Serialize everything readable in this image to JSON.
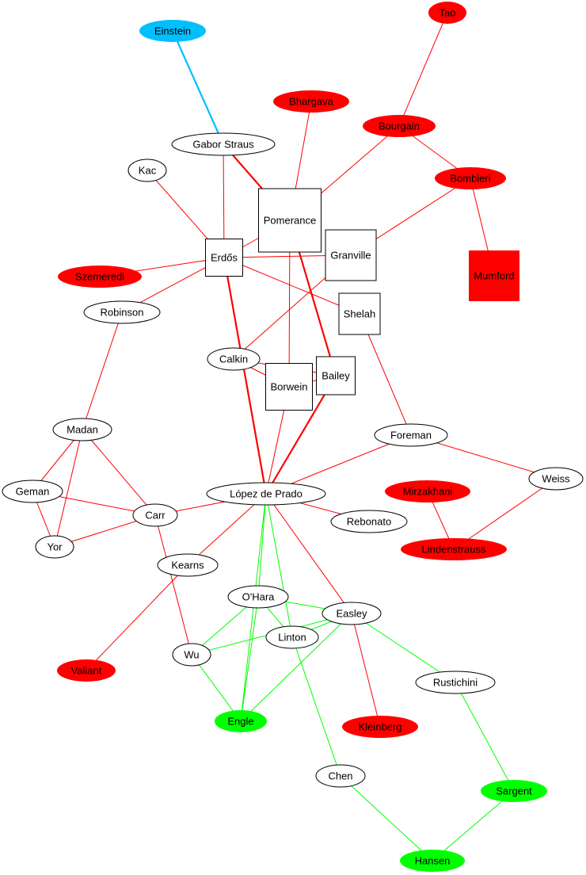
{
  "graph": {
    "colors": {
      "red": "#ff0000",
      "green": "#00ff00",
      "blue": "#00bfff",
      "white": "#ffffff",
      "stroke": "#000000"
    },
    "nodes": [
      {
        "id": "einstein",
        "label": "Einstein",
        "shape": "ellipse",
        "fill": "blue"
      },
      {
        "id": "tao",
        "label": "Tao",
        "shape": "ellipse",
        "fill": "red"
      },
      {
        "id": "bhargava",
        "label": "Bhargava",
        "shape": "ellipse",
        "fill": "red"
      },
      {
        "id": "bourgain",
        "label": "Bourgain",
        "shape": "ellipse",
        "fill": "red"
      },
      {
        "id": "gabor-straus",
        "label": "Gabor Straus",
        "shape": "ellipse",
        "fill": "white"
      },
      {
        "id": "kac",
        "label": "Kac",
        "shape": "ellipse",
        "fill": "white"
      },
      {
        "id": "bombieri",
        "label": "Bombieri",
        "shape": "ellipse",
        "fill": "red"
      },
      {
        "id": "pomerance",
        "label": "Pomerance",
        "shape": "box",
        "fill": "white"
      },
      {
        "id": "erdos",
        "label": "Erdős",
        "shape": "box",
        "fill": "white"
      },
      {
        "id": "granville",
        "label": "Granville",
        "shape": "box",
        "fill": "white"
      },
      {
        "id": "mumford",
        "label": "Mumford",
        "shape": "box",
        "fill": "red"
      },
      {
        "id": "szemeredi",
        "label": "Szemeredi",
        "shape": "ellipse",
        "fill": "red"
      },
      {
        "id": "robinson",
        "label": "Robinson",
        "shape": "ellipse",
        "fill": "white"
      },
      {
        "id": "shelah",
        "label": "Shelah",
        "shape": "box",
        "fill": "white"
      },
      {
        "id": "calkin",
        "label": "Calkin",
        "shape": "ellipse",
        "fill": "white"
      },
      {
        "id": "bailey",
        "label": "Bailey",
        "shape": "box",
        "fill": "white"
      },
      {
        "id": "borwein",
        "label": "Borwein",
        "shape": "box",
        "fill": "white"
      },
      {
        "id": "madan",
        "label": "Madan",
        "shape": "ellipse",
        "fill": "white"
      },
      {
        "id": "foreman",
        "label": "Foreman",
        "shape": "ellipse",
        "fill": "white"
      },
      {
        "id": "geman",
        "label": "Geman",
        "shape": "ellipse",
        "fill": "white"
      },
      {
        "id": "mirzakhani",
        "label": "Mirzakhani",
        "shape": "ellipse",
        "fill": "red"
      },
      {
        "id": "weiss",
        "label": "Weiss",
        "shape": "ellipse",
        "fill": "white"
      },
      {
        "id": "lopez-de-prado",
        "label": "López de Prado",
        "shape": "ellipse",
        "fill": "white"
      },
      {
        "id": "carr",
        "label": "Carr",
        "shape": "ellipse",
        "fill": "white"
      },
      {
        "id": "rebonato",
        "label": "Rebonato",
        "shape": "ellipse",
        "fill": "white"
      },
      {
        "id": "yor",
        "label": "Yor",
        "shape": "ellipse",
        "fill": "white"
      },
      {
        "id": "lindenstrauss",
        "label": "Lindenstrauss",
        "shape": "ellipse",
        "fill": "red"
      },
      {
        "id": "kearns",
        "label": "Kearns",
        "shape": "ellipse",
        "fill": "white"
      },
      {
        "id": "ohara",
        "label": "O'Hara",
        "shape": "ellipse",
        "fill": "white"
      },
      {
        "id": "easley",
        "label": "Easley",
        "shape": "ellipse",
        "fill": "white"
      },
      {
        "id": "linton",
        "label": "Linton",
        "shape": "ellipse",
        "fill": "white"
      },
      {
        "id": "wu",
        "label": "Wu",
        "shape": "ellipse",
        "fill": "white"
      },
      {
        "id": "valiant",
        "label": "Valiant",
        "shape": "ellipse",
        "fill": "red"
      },
      {
        "id": "rustichini",
        "label": "Rustichini",
        "shape": "ellipse",
        "fill": "white"
      },
      {
        "id": "engle",
        "label": "Engle",
        "shape": "ellipse",
        "fill": "green"
      },
      {
        "id": "kleinberg",
        "label": "Kleinberg",
        "shape": "ellipse",
        "fill": "red"
      },
      {
        "id": "chen",
        "label": "Chen",
        "shape": "ellipse",
        "fill": "white"
      },
      {
        "id": "sargent",
        "label": "Sargent",
        "shape": "ellipse",
        "fill": "green"
      },
      {
        "id": "hansen",
        "label": "Hansen",
        "shape": "ellipse",
        "fill": "green"
      }
    ],
    "edges": [
      {
        "from": "einstein",
        "to": "gabor-straus",
        "color": "blue",
        "weight": "thick"
      },
      {
        "from": "tao",
        "to": "bourgain",
        "color": "red",
        "weight": "thin"
      },
      {
        "from": "bourgain",
        "to": "bombieri",
        "color": "red",
        "weight": "thin"
      },
      {
        "from": "bourgain",
        "to": "pomerance",
        "color": "red",
        "weight": "thin"
      },
      {
        "from": "bhargava",
        "to": "pomerance",
        "color": "red",
        "weight": "thin"
      },
      {
        "from": "bombieri",
        "to": "mumford",
        "color": "red",
        "weight": "thin"
      },
      {
        "from": "bombieri",
        "to": "granville",
        "color": "red",
        "weight": "thin"
      },
      {
        "from": "gabor-straus",
        "to": "pomerance",
        "color": "red",
        "weight": "thick"
      },
      {
        "from": "gabor-straus",
        "to": "erdos",
        "color": "red",
        "weight": "thin"
      },
      {
        "from": "kac",
        "to": "erdos",
        "color": "red",
        "weight": "thin"
      },
      {
        "from": "erdos",
        "to": "pomerance",
        "color": "red",
        "weight": "thin"
      },
      {
        "from": "erdos",
        "to": "granville",
        "color": "red",
        "weight": "thin"
      },
      {
        "from": "erdos",
        "to": "szemeredi",
        "color": "red",
        "weight": "thin"
      },
      {
        "from": "erdos",
        "to": "robinson",
        "color": "red",
        "weight": "thin"
      },
      {
        "from": "erdos",
        "to": "shelah",
        "color": "red",
        "weight": "thin"
      },
      {
        "from": "erdos",
        "to": "lopez-de-prado",
        "color": "red",
        "weight": "thick"
      },
      {
        "from": "pomerance",
        "to": "bailey",
        "color": "red",
        "weight": "thick"
      },
      {
        "from": "pomerance",
        "to": "borwein",
        "color": "red",
        "weight": "thin"
      },
      {
        "from": "granville",
        "to": "calkin",
        "color": "red",
        "weight": "thin"
      },
      {
        "from": "shelah",
        "to": "foreman",
        "color": "red",
        "weight": "thin"
      },
      {
        "from": "calkin",
        "to": "bailey",
        "color": "red",
        "weight": "thin"
      },
      {
        "from": "calkin",
        "to": "borwein",
        "color": "red",
        "weight": "thin"
      },
      {
        "from": "bailey",
        "to": "borwein",
        "color": "red",
        "weight": "thin"
      },
      {
        "from": "bailey",
        "to": "lopez-de-prado",
        "color": "red",
        "weight": "thick"
      },
      {
        "from": "borwein",
        "to": "lopez-de-prado",
        "color": "red",
        "weight": "thin"
      },
      {
        "from": "robinson",
        "to": "madan",
        "color": "red",
        "weight": "thin"
      },
      {
        "from": "madan",
        "to": "geman",
        "color": "red",
        "weight": "thin"
      },
      {
        "from": "madan",
        "to": "yor",
        "color": "red",
        "weight": "thin"
      },
      {
        "from": "madan",
        "to": "carr",
        "color": "red",
        "weight": "thin"
      },
      {
        "from": "geman",
        "to": "yor",
        "color": "red",
        "weight": "thin"
      },
      {
        "from": "geman",
        "to": "carr",
        "color": "red",
        "weight": "thin"
      },
      {
        "from": "yor",
        "to": "carr",
        "color": "red",
        "weight": "thin"
      },
      {
        "from": "carr",
        "to": "lopez-de-prado",
        "color": "red",
        "weight": "thin"
      },
      {
        "from": "carr",
        "to": "wu",
        "color": "red",
        "weight": "thin"
      },
      {
        "from": "foreman",
        "to": "lopez-de-prado",
        "color": "red",
        "weight": "thin"
      },
      {
        "from": "foreman",
        "to": "weiss",
        "color": "red",
        "weight": "thin"
      },
      {
        "from": "weiss",
        "to": "lindenstrauss",
        "color": "red",
        "weight": "thin"
      },
      {
        "from": "mirzakhani",
        "to": "lindenstrauss",
        "color": "red",
        "weight": "thin"
      },
      {
        "from": "lopez-de-prado",
        "to": "rebonato",
        "color": "red",
        "weight": "thin"
      },
      {
        "from": "lopez-de-prado",
        "to": "kearns",
        "color": "red",
        "weight": "thin"
      },
      {
        "from": "lopez-de-prado",
        "to": "easley",
        "color": "red",
        "weight": "thin"
      },
      {
        "from": "kearns",
        "to": "valiant",
        "color": "red",
        "weight": "thin"
      },
      {
        "from": "easley",
        "to": "kleinberg",
        "color": "red",
        "weight": "thin"
      },
      {
        "from": "lopez-de-prado",
        "to": "ohara",
        "color": "green",
        "weight": "thin"
      },
      {
        "from": "lopez-de-prado",
        "to": "linton",
        "color": "green",
        "weight": "thin"
      },
      {
        "from": "lopez-de-prado",
        "to": "engle",
        "color": "green",
        "weight": "thin"
      },
      {
        "from": "ohara",
        "to": "easley",
        "color": "green",
        "weight": "thin"
      },
      {
        "from": "ohara",
        "to": "linton",
        "color": "green",
        "weight": "thin"
      },
      {
        "from": "ohara",
        "to": "wu",
        "color": "green",
        "weight": "thin"
      },
      {
        "from": "ohara",
        "to": "engle",
        "color": "green",
        "weight": "thin"
      },
      {
        "from": "easley",
        "to": "linton",
        "color": "green",
        "weight": "thin"
      },
      {
        "from": "easley",
        "to": "wu",
        "color": "green",
        "weight": "thin"
      },
      {
        "from": "easley",
        "to": "engle",
        "color": "green",
        "weight": "thin"
      },
      {
        "from": "easley",
        "to": "rustichini",
        "color": "green",
        "weight": "thin"
      },
      {
        "from": "linton",
        "to": "chen",
        "color": "green",
        "weight": "thin"
      },
      {
        "from": "wu",
        "to": "engle",
        "color": "green",
        "weight": "thin"
      },
      {
        "from": "rustichini",
        "to": "sargent",
        "color": "green",
        "weight": "thin"
      },
      {
        "from": "sargent",
        "to": "hansen",
        "color": "green",
        "weight": "thin"
      },
      {
        "from": "chen",
        "to": "hansen",
        "color": "green",
        "weight": "thin"
      }
    ]
  }
}
